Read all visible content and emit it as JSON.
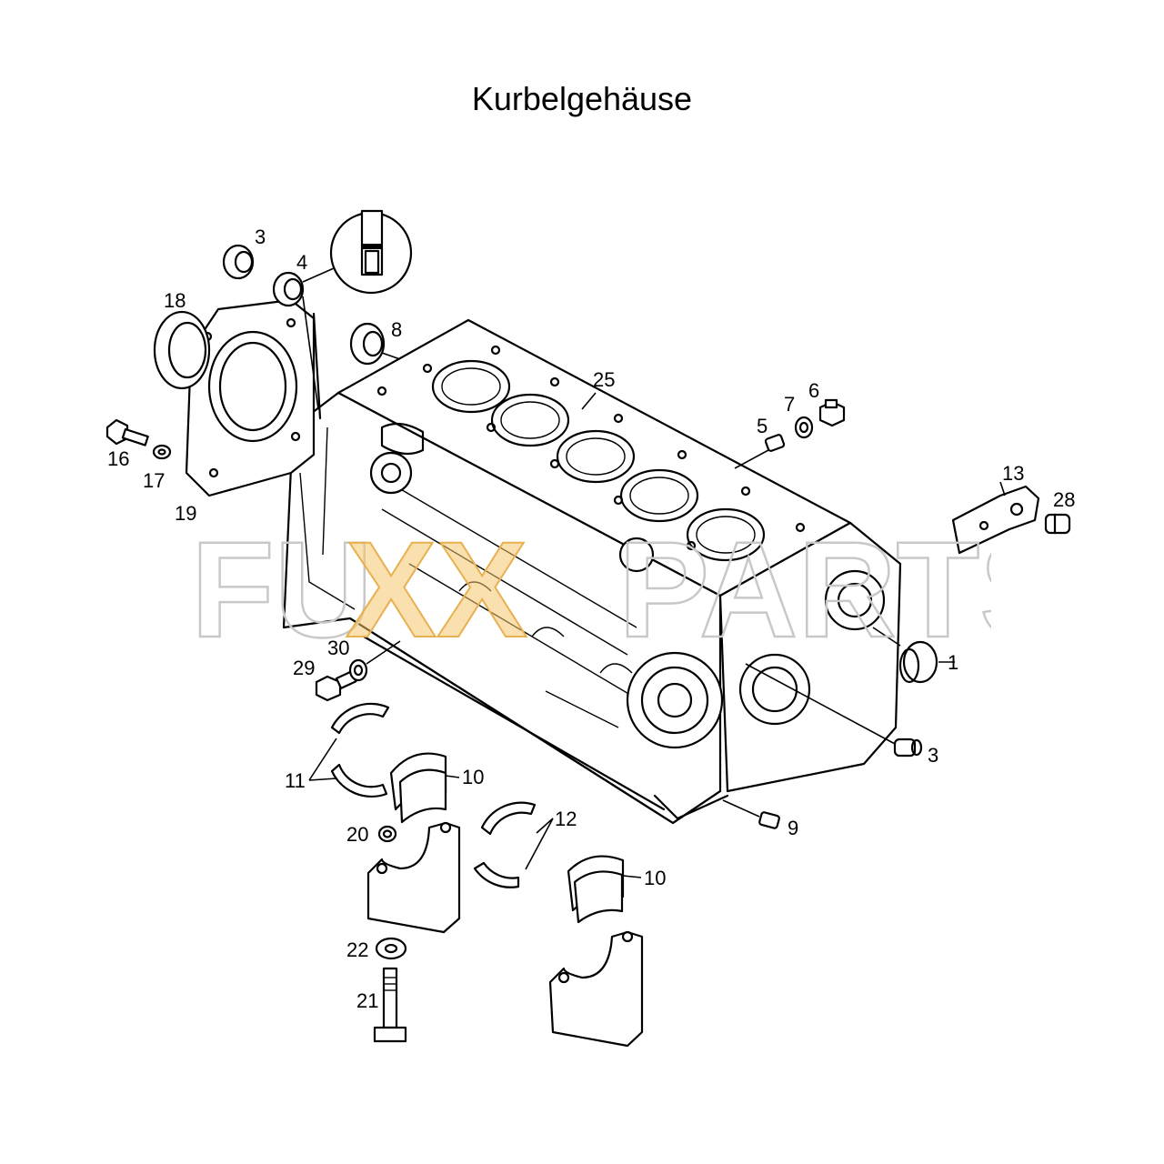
{
  "title": "Kurbelgehäuse",
  "watermark": {
    "left": "FU",
    "middle": "XX",
    "right": "PARTS",
    "outline_color": "#c8c8c8",
    "accent_color": "#f5c76b"
  },
  "callouts": {
    "c3a": "3",
    "c4": "4",
    "c18": "18",
    "c8": "8",
    "c25": "25",
    "c7": "7",
    "c6": "6",
    "c5": "5",
    "c16": "16",
    "c17": "17",
    "c19": "19",
    "c13": "13",
    "c28": "28",
    "c1": "1",
    "c30": "30",
    "c29": "29",
    "c3b": "3",
    "c11": "11",
    "c10a": "10",
    "c12": "12",
    "c9": "9",
    "c20": "20",
    "c10b": "10",
    "c22": "22",
    "c21": "21"
  }
}
